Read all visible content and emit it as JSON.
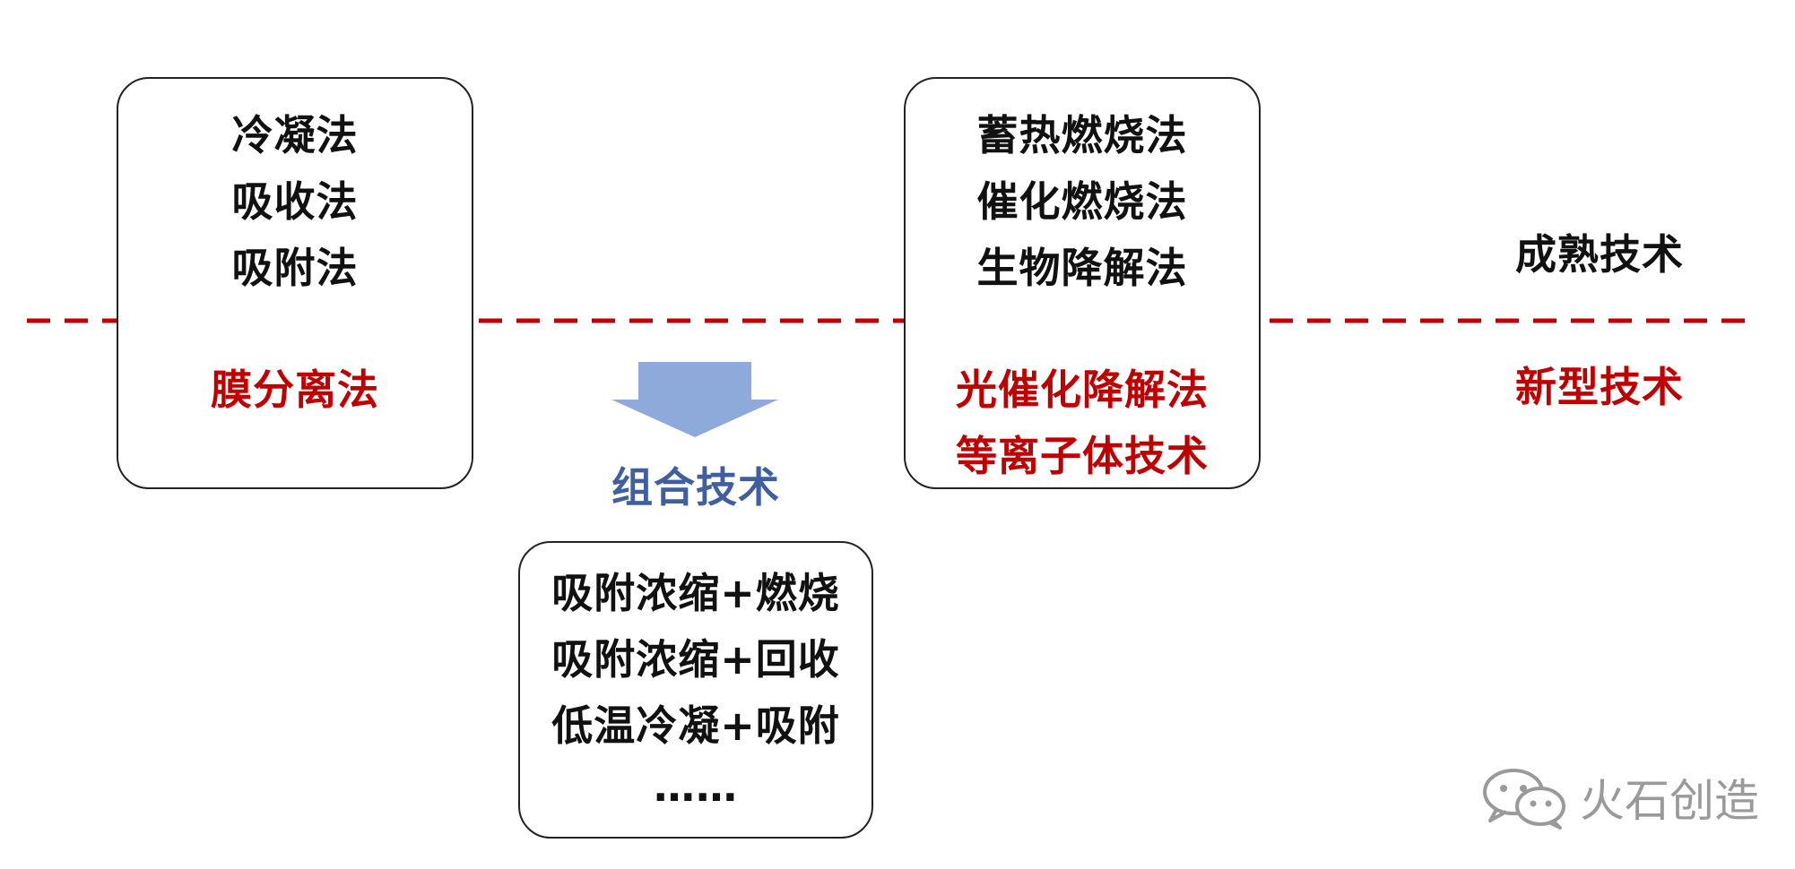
{
  "left_box": {
    "mature": [
      "冷凝法",
      "吸收法",
      "吸附法"
    ],
    "new": [
      "膜分离法"
    ]
  },
  "right_box": {
    "mature": [
      "蓄热燃烧法",
      "催化燃烧法",
      "生物降解法"
    ],
    "new": [
      "光催化降解法",
      "等离子体技术"
    ]
  },
  "labels": {
    "mature": "成熟技术",
    "new": "新型技术",
    "combo": "组合技术"
  },
  "combo_box": {
    "items": [
      "吸附浓缩+燃烧",
      "吸附浓缩+回收",
      "低温冷凝+吸附",
      "……"
    ]
  },
  "watermark": {
    "text": "火石创造",
    "icon": "wechat-icon"
  },
  "colors": {
    "divider": "#c00000",
    "arrow": "#8eaadb",
    "new_tech": "#c00000",
    "combo_label": "#3f5f9e"
  }
}
